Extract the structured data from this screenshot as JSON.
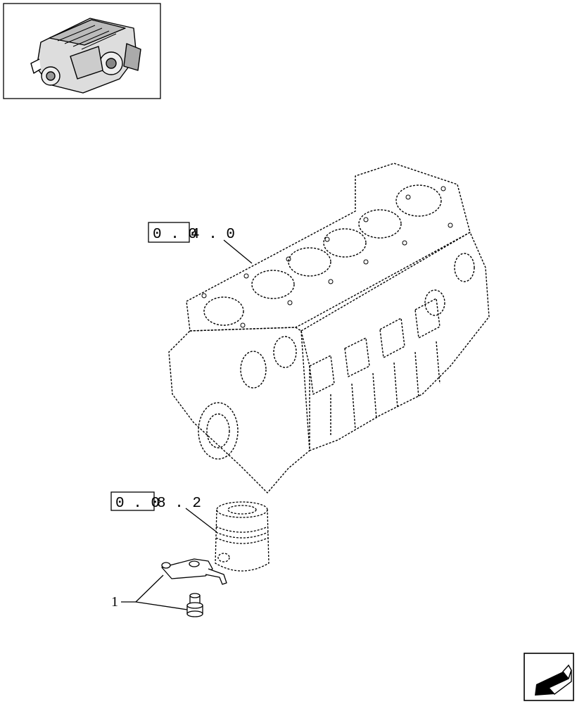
{
  "references": [
    {
      "boxed": "0 . 0",
      "rest": "4 . 0"
    },
    {
      "boxed": "0 . 0",
      "rest": "8 . 2"
    }
  ],
  "callouts": [
    {
      "label": "1"
    }
  ],
  "icons": {
    "thumbnail": "engine-thumbnail-icon",
    "nav": "navigation-arrow-icon"
  },
  "colors": {
    "line": "#000000",
    "background": "#ffffff"
  }
}
